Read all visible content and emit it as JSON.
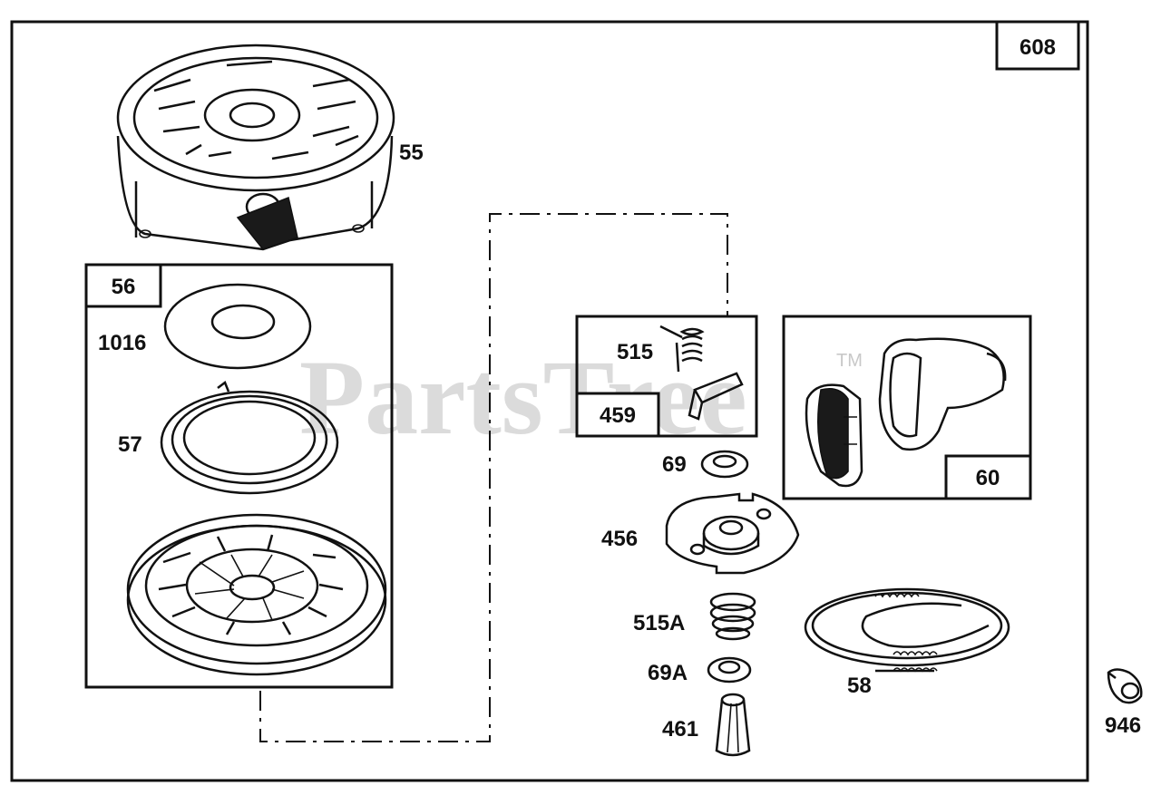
{
  "watermark": "PartsTree",
  "trademark": "TM",
  "kit_boxes": {
    "main": "608",
    "rewind_kit": "56",
    "pawl_kit": "459",
    "handle_kit": "60"
  },
  "part_labels": {
    "p55": "55",
    "p1016": "1016",
    "p57": "57",
    "p515": "515",
    "p69": "69",
    "p456": "456",
    "p515a": "515A",
    "p69a": "69A",
    "p461": "461",
    "p58": "58",
    "p946": "946"
  }
}
